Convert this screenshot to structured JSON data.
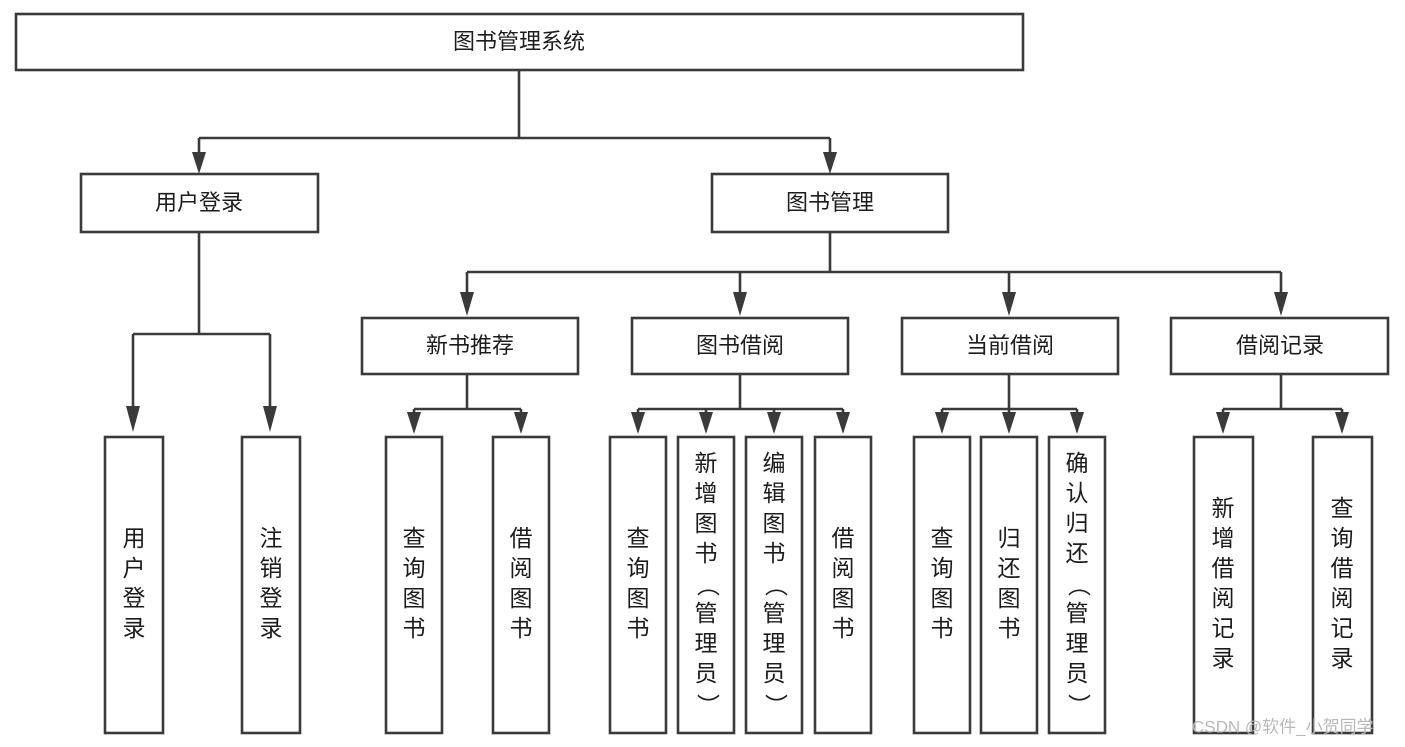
{
  "diagram": {
    "title": "图书管理系统",
    "watermark": "CSDN @软件_小贺同学",
    "type": "tree-hierarchy",
    "root": {
      "id": "root",
      "label": "图书管理系统"
    },
    "level2": [
      {
        "id": "user-login",
        "label": "用户登录"
      },
      {
        "id": "book-manage",
        "label": "图书管理"
      }
    ],
    "level3": [
      {
        "id": "new-book-recommend",
        "label": "新书推荐",
        "parent": "book-manage"
      },
      {
        "id": "book-borrow",
        "label": "图书借阅",
        "parent": "book-manage"
      },
      {
        "id": "current-borrow",
        "label": "当前借阅",
        "parent": "book-manage"
      },
      {
        "id": "borrow-record",
        "label": "借阅记录",
        "parent": "book-manage"
      }
    ],
    "leaves": [
      {
        "id": "leaf-user-login",
        "label": "用户登录",
        "parent": "user-login"
      },
      {
        "id": "leaf-logout-login",
        "label": "注销登录",
        "parent": "user-login"
      },
      {
        "id": "leaf-query-book-1",
        "label": "查询图书",
        "parent": "new-book-recommend"
      },
      {
        "id": "leaf-borrow-book-1",
        "label": "借阅图书",
        "parent": "new-book-recommend"
      },
      {
        "id": "leaf-query-book-2",
        "label": "查询图书",
        "parent": "book-borrow"
      },
      {
        "id": "leaf-add-book",
        "label": "新增图书（管理员）",
        "parent": "book-borrow"
      },
      {
        "id": "leaf-edit-book",
        "label": "编辑图书（管理员）",
        "parent": "book-borrow"
      },
      {
        "id": "leaf-borrow-book-2",
        "label": "借阅图书",
        "parent": "book-borrow"
      },
      {
        "id": "leaf-query-book-3",
        "label": "查询图书",
        "parent": "current-borrow"
      },
      {
        "id": "leaf-return-book",
        "label": "归还图书",
        "parent": "current-borrow"
      },
      {
        "id": "leaf-confirm-return",
        "label": "确认归还（管理员）",
        "parent": "current-borrow"
      },
      {
        "id": "leaf-add-record",
        "label": "新增借阅记录",
        "parent": "borrow-record"
      },
      {
        "id": "leaf-query-record",
        "label": "查询借阅记录",
        "parent": "borrow-record"
      }
    ],
    "colors": {
      "box_fill": "#ffffff",
      "box_stroke": "#3a3a3a",
      "text": "#1c1c1c",
      "watermark": "#b9b9b9",
      "background": "#ffffff"
    }
  }
}
